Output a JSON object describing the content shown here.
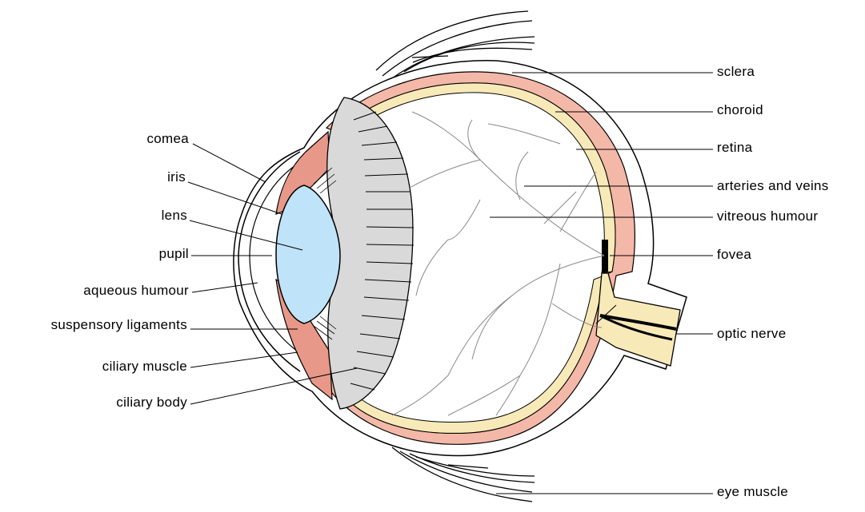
{
  "diagram": {
    "labels_left": {
      "cornea": "comea",
      "iris": "iris",
      "lens": "lens",
      "pupil": "pupil",
      "aqueous_humour": "aqueous humour",
      "suspensory_ligaments": "suspensory ligaments",
      "ciliary_muscle": "ciliary muscle",
      "ciliary_body": "ciliary body"
    },
    "labels_right": {
      "sclera": "sclera",
      "choroid": "choroid",
      "retina": "retina",
      "arteries_and_veins": "arteries and veins",
      "vitreous_humour": "vitreous humour",
      "fovea": "fovea",
      "optic_nerve": "optic nerve",
      "eye_muscle": "eye muscle"
    },
    "colors": {
      "choroid": "#f4b8a8",
      "ciliary": "#e89888",
      "retina_optic": "#f8eab8",
      "lens": "#bfe3f8",
      "ciliary_body": "#d9d9d9",
      "vessels": "#888888"
    }
  }
}
